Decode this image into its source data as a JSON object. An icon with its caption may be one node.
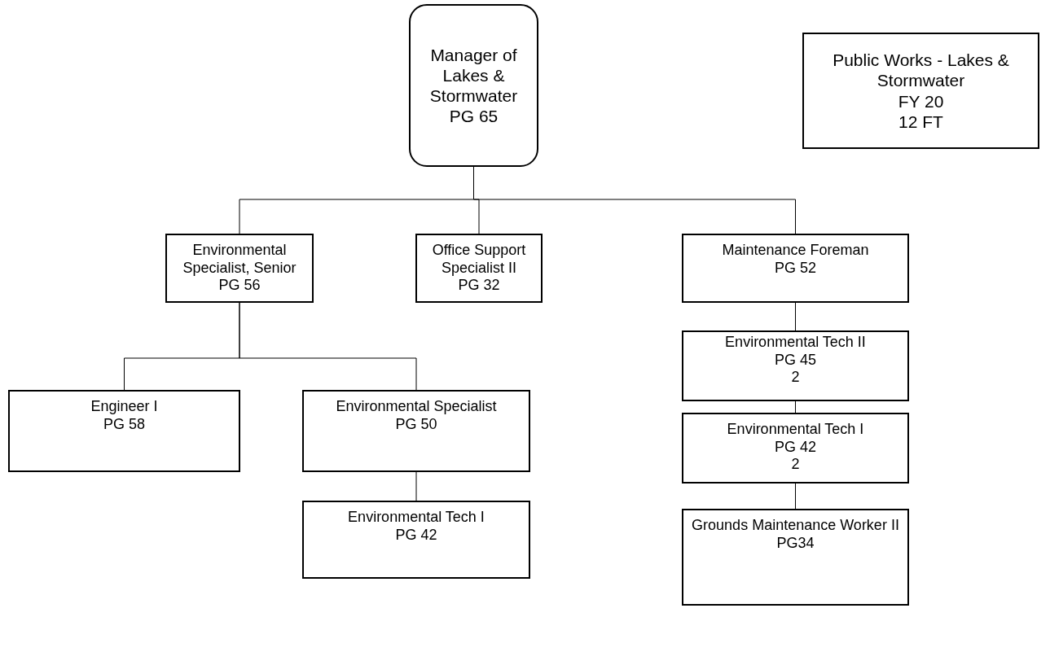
{
  "diagram": {
    "nodes": [
      {
        "text": [
          "Manager of Lakes & Stormwater",
          "PG 65"
        ]
      },
      {
        "text": [
          "Public Works - Lakes & Stormwater",
          "FY 20",
          "12 FT"
        ]
      },
      {
        "text": [
          "Environmental Specialist, Senior",
          "PG 56"
        ]
      },
      {
        "text": [
          "Office Support Specialist II",
          "PG 32"
        ]
      },
      {
        "text": [
          "Maintenance Foreman",
          "PG 52"
        ]
      },
      {
        "text": [
          "Engineer I",
          "PG 58"
        ]
      },
      {
        "text": [
          "Environmental Specialist",
          "PG 50"
        ]
      },
      {
        "text": [
          "Environmental Tech I",
          "PG 42"
        ]
      },
      {
        "text": [
          "Environmental Tech II",
          "PG 45",
          "2"
        ]
      },
      {
        "text": [
          "Environmental Tech I",
          "PG 42",
          "2"
        ]
      },
      {
        "text": [
          "Grounds Maintenance Worker II",
          "PG34"
        ]
      }
    ],
    "edges": [
      {
        "from": 0,
        "to": 2,
        "arrow": "none"
      },
      {
        "from": 0,
        "to": 3,
        "arrow": "none"
      },
      {
        "from": 0,
        "to": 4,
        "arrow": "none"
      },
      {
        "from": 2,
        "to": 5,
        "arrow": "none"
      },
      {
        "from": 2,
        "to": 6,
        "arrow": "none"
      },
      {
        "from": 6,
        "to": 7,
        "arrow": "none"
      },
      {
        "from": 4,
        "to": 8,
        "arrow": "none"
      },
      {
        "from": 8,
        "to": 9,
        "arrow": "none"
      },
      {
        "from": 9,
        "to": 10,
        "arrow": "none"
      }
    ]
  }
}
